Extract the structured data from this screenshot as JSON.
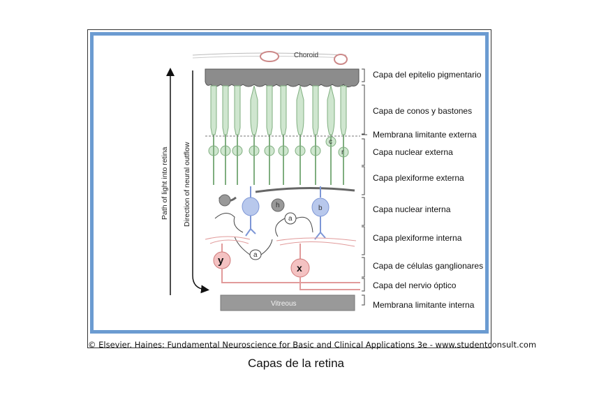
{
  "figure": {
    "choroid_label": "Choroid",
    "vitreous_label": "Vitreous",
    "axis_light": "Path of light into retina",
    "axis_neural": "Direction of neural outflow",
    "cell_labels": {
      "c": "c",
      "r": "r",
      "h": "h",
      "b": "b",
      "a1": "a",
      "a2": "a",
      "y": "y",
      "x": "x"
    },
    "layers": [
      "Capa del epitelio pigmentario",
      "Capa de conos y bastones",
      "Membrana limitante externa",
      "Capa nuclear externa",
      "Capa plexiforme externa",
      "Capa nuclear interna",
      "Capa plexiforme interna",
      "Capa de células ganglionares",
      "Capa del nervio óptico",
      "Membrana limitante interna"
    ],
    "credit": "© Elsevier. Haines: Fundamental Neuroscience for Basic and Clinical Applications 3e - www.studentconsult.com",
    "colors": {
      "photoreceptor": "#cfe6cf",
      "bipolar_blue": "#b8c8ec",
      "ganglion": "#f4c2c2",
      "pigment": "#8c8c8c",
      "frame": "#6b9bd1"
    }
  },
  "caption": "Capas de la retina"
}
